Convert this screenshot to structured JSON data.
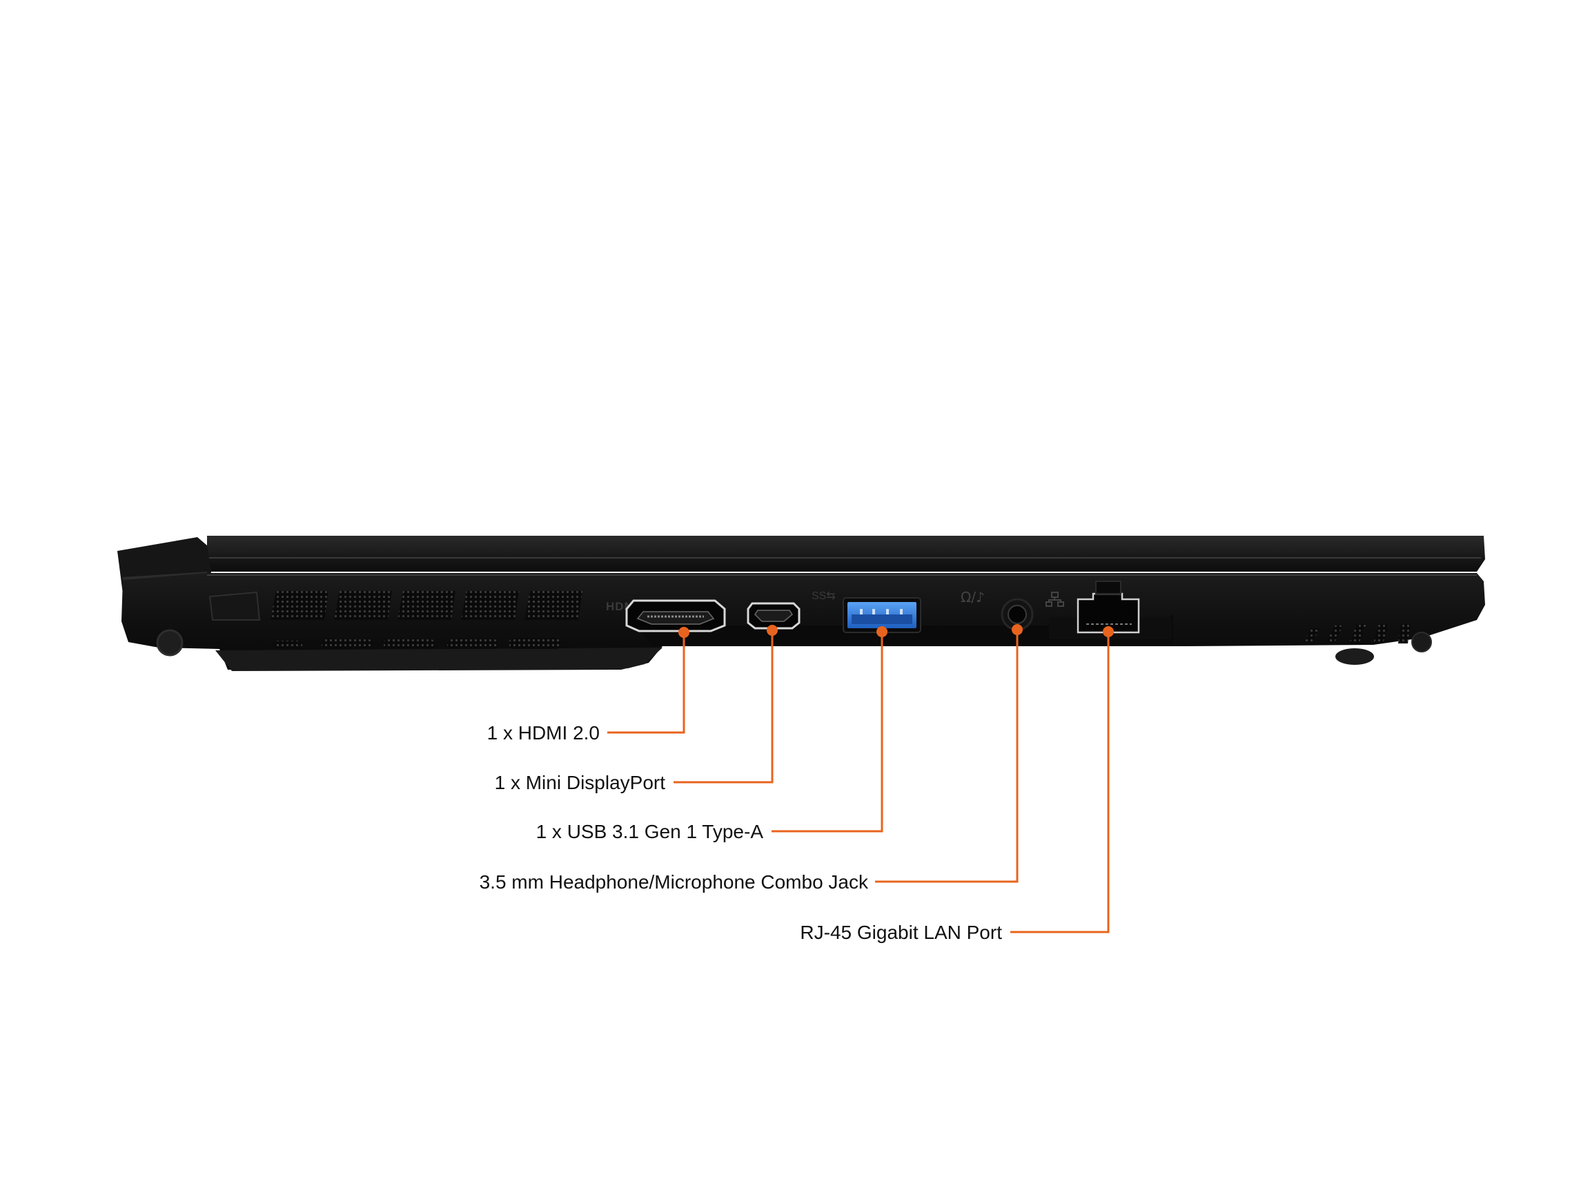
{
  "image": {
    "subject": "laptop-right-side-port-view",
    "background_color": "#ffffff",
    "body_color": "#0f0f0f",
    "accent_color": "#e8641e",
    "usb_port_color": "#2f7de1"
  },
  "port_printed_markings": {
    "hdmi": "HDMI",
    "usb": "SS⇆",
    "audio": "Ω/♪"
  },
  "callouts": [
    {
      "id": "hdmi",
      "label": "1 x HDMI 2.0",
      "icon": "hdmi-port-icon"
    },
    {
      "id": "mini-dp",
      "label": "1 x Mini DisplayPort",
      "icon": "mini-displayport-icon"
    },
    {
      "id": "usb-a",
      "label": "1 x USB 3.1 Gen 1 Type-A",
      "icon": "usb-a-port-icon"
    },
    {
      "id": "audio",
      "label": "3.5 mm Headphone/Microphone Combo Jack",
      "icon": "audio-jack-icon"
    },
    {
      "id": "lan",
      "label": "RJ-45 Gigabit LAN Port",
      "icon": "rj45-port-icon"
    }
  ]
}
